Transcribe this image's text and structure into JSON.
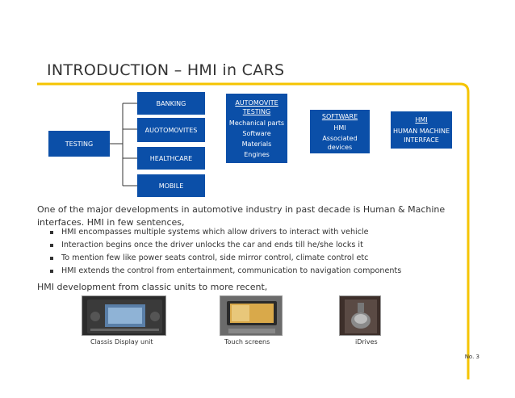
{
  "title": "INTRODUCTION – HMI in CARS",
  "diagram": {
    "testing": "TESTING",
    "domains": [
      "BANKING",
      "AUOTOMOVITES",
      "HEALTHCARE",
      "MOBILE"
    ],
    "automovite": {
      "heading_line1": "AUTOMOVITE",
      "heading_line2": "TESTING",
      "items": [
        "Mechanical parts",
        "Software",
        "Materials",
        "Engines"
      ]
    },
    "software": {
      "heading": "SOFTWARE",
      "items": [
        "HMI",
        "Associated",
        "devices"
      ]
    },
    "hmi": {
      "heading": "HMI",
      "items": [
        "HUMAN MACHINE",
        "INTERFACE"
      ]
    }
  },
  "body": {
    "intro": "One of the major developments in automotive industry in past decade is Human & Machine interfaces. HMI in few sentences,",
    "bullets": [
      "HMI encompasses multiple systems which allow drivers to interact with vehicle",
      "Interaction begins once the driver unlocks the car and ends till he/she locks it",
      "To mention few like power seats control, side mirror control, climate control etc",
      "HMI extends the control from entertainment, communication to navigation components"
    ],
    "subheading": "HMI development from classic units to more recent,"
  },
  "images": [
    {
      "caption": "Classis Display unit"
    },
    {
      "caption": "Touch screens"
    },
    {
      "caption": "iDrives"
    }
  ],
  "page_number": "No. 3",
  "colors": {
    "box_blue": "#0b4fa8",
    "accent_yellow": "#f5c400",
    "text": "#333333"
  }
}
